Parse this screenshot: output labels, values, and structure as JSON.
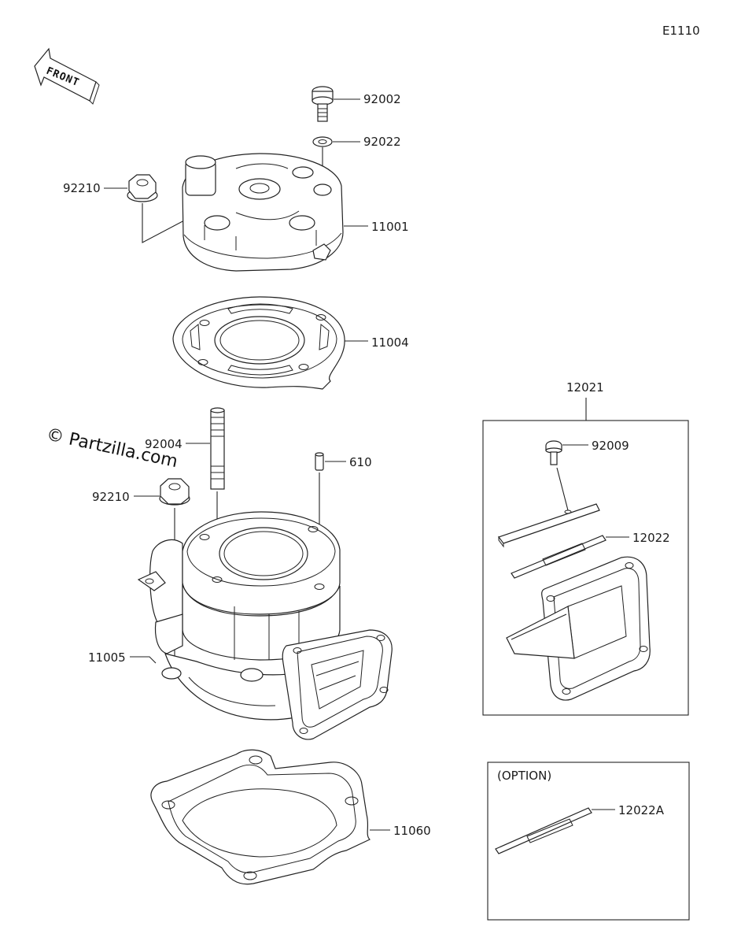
{
  "diagram_code": "E1110",
  "watermark": "© Partzilla.com",
  "front_label": "FRONT",
  "option_label": "(OPTION)",
  "callouts": {
    "p92002": "92002",
    "p92022": "92022",
    "p92210_top": "92210",
    "p11001": "11001",
    "p11004": "11004",
    "p92004": "92004",
    "p610": "610",
    "p92210_mid": "92210",
    "p11005": "11005",
    "p11060": "11060",
    "p12021": "12021",
    "p92009": "92009",
    "p12022": "12022",
    "p12022A": "12022A"
  }
}
